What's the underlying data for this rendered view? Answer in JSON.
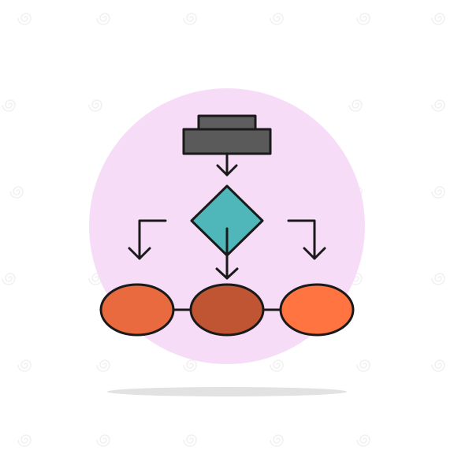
{
  "illustration": {
    "subject": "algorithm-flowchart-icon",
    "style": "flat filled icon with dark outline",
    "colors": {
      "background": "#ffffff",
      "circle_background": "#f7dcf8",
      "outline": "#1a1a1a",
      "rect_top": "#5e5e5e",
      "rect_main": "#5a5a5a",
      "diamond": "#4fb7b9",
      "ellipse_left": "#ea6a3f",
      "ellipse_center": "#c05533",
      "ellipse_right": "#ff7441",
      "ground_shadow": "#e2e2e2"
    },
    "nodes": [
      {
        "name": "process-block",
        "shape": "stacked-rectangle"
      },
      {
        "name": "decision-node",
        "shape": "diamond"
      },
      {
        "name": "output-left",
        "shape": "ellipse"
      },
      {
        "name": "output-center",
        "shape": "ellipse"
      },
      {
        "name": "output-right",
        "shape": "ellipse"
      }
    ],
    "icons": [
      "down-arrow-icon",
      "branch-left-arrow-icon",
      "branch-right-arrow-icon",
      "connector-line"
    ]
  },
  "watermark": {
    "glyph": "swirl-logo-icon"
  }
}
